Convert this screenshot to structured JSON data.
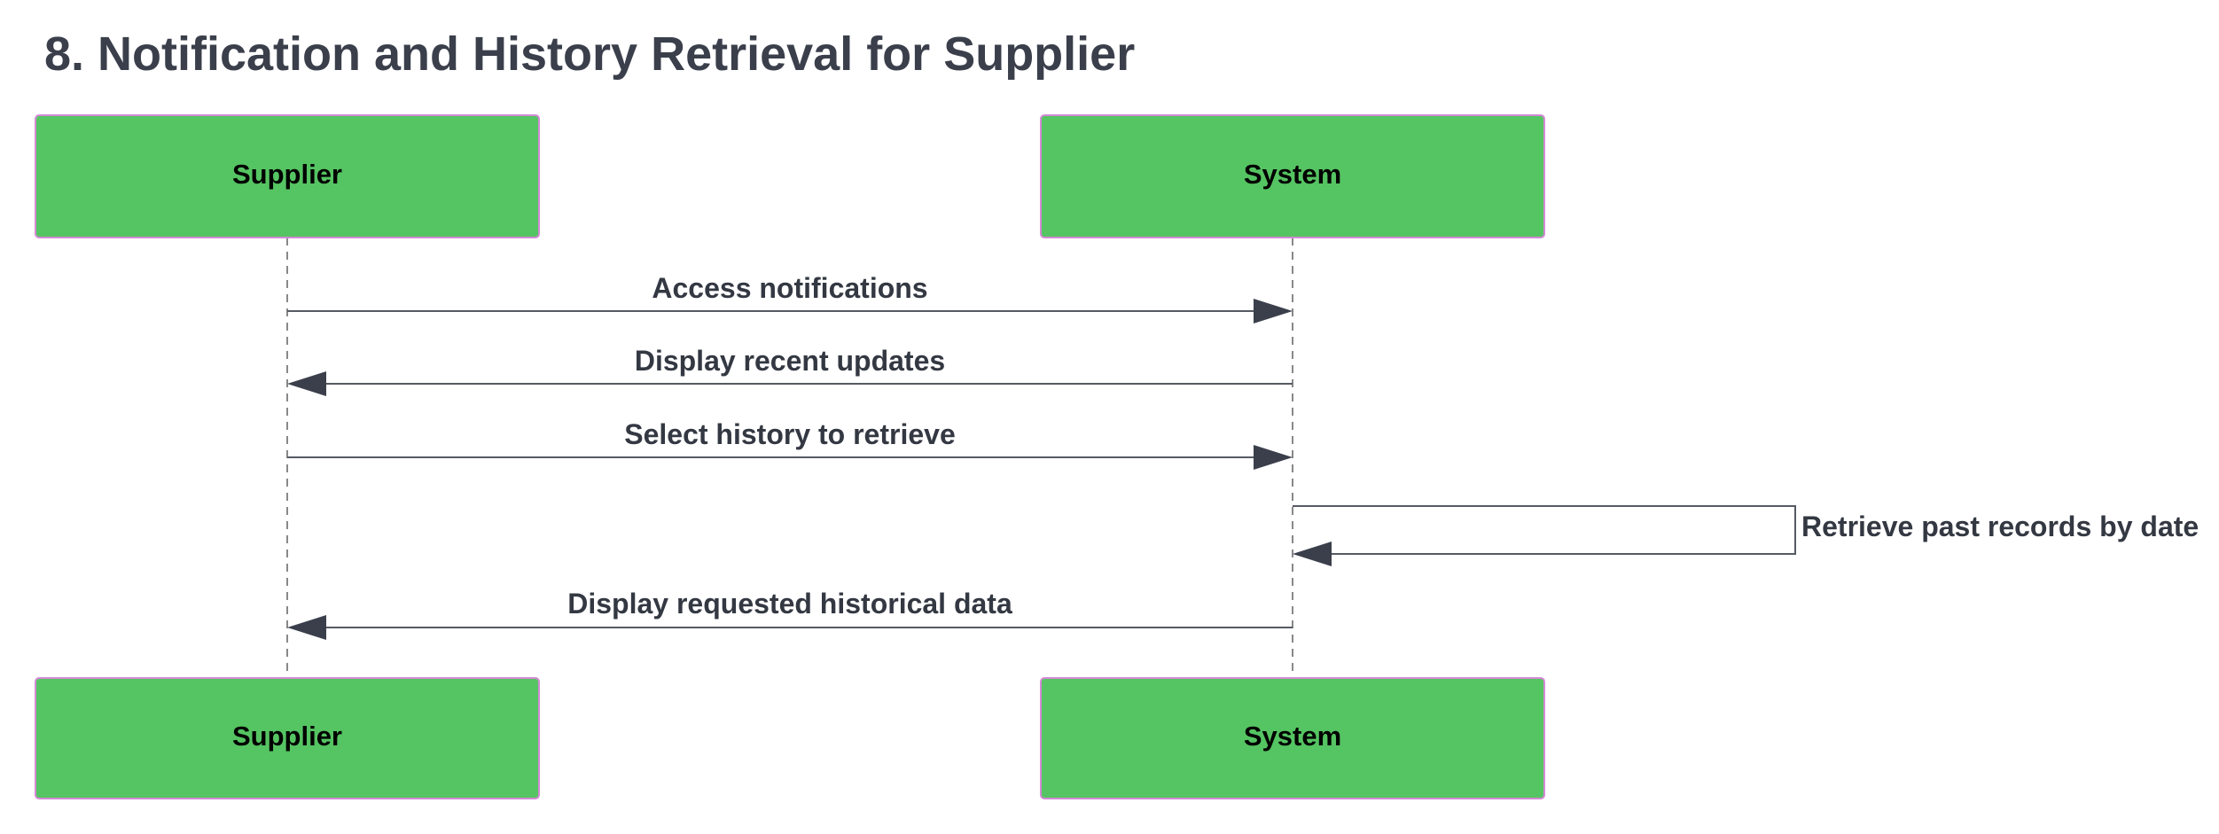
{
  "title": "8. Notification and History Retrieval for Supplier",
  "participants": [
    {
      "id": "supplier",
      "label": "Supplier"
    },
    {
      "id": "system",
      "label": "System"
    }
  ],
  "messages": [
    {
      "from": "supplier",
      "to": "system",
      "label": "Access notifications"
    },
    {
      "from": "system",
      "to": "supplier",
      "label": "Display recent updates"
    },
    {
      "from": "supplier",
      "to": "system",
      "label": "Select history to retrieve"
    },
    {
      "from": "system",
      "to": "system",
      "label": "Retrieve past records by date"
    },
    {
      "from": "system",
      "to": "supplier",
      "label": "Display requested historical data"
    }
  ],
  "colors": {
    "actor_fill": "#55c462",
    "actor_border": "#d48ad6",
    "line": "#555a63",
    "arrow": "#3a3f4b",
    "lifeline": "#888888"
  }
}
